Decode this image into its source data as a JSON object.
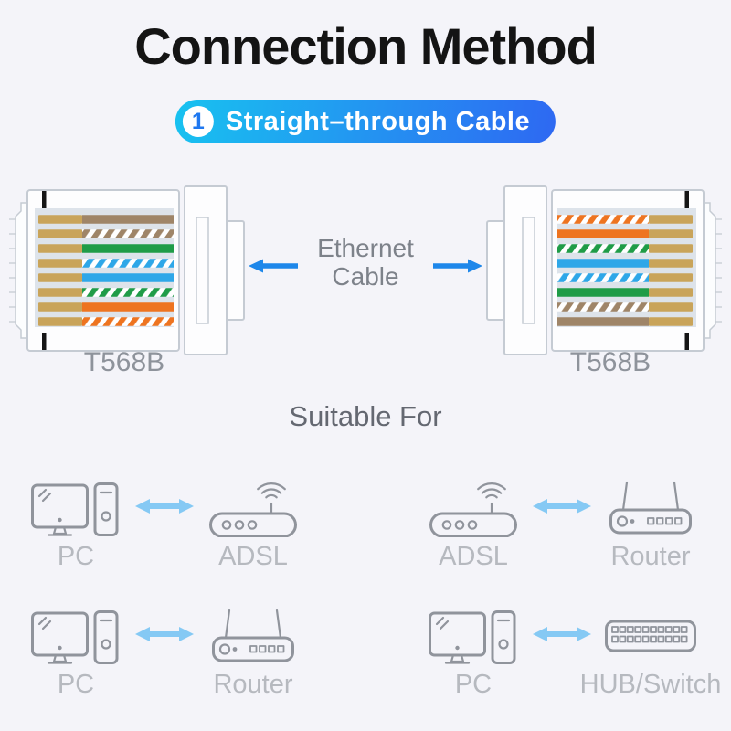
{
  "title": "Connection Method",
  "badge": {
    "number": "1",
    "label": "Straight–through Cable"
  },
  "diagram": {
    "left_connector_label": "T568B",
    "right_connector_label": "T568B",
    "center_label_line1": "Ethernet",
    "center_label_line2": "Cable",
    "wiring": {
      "standard": "T568B",
      "left_top_to_bottom": [
        "brown",
        "white_brown",
        "green",
        "white_blue",
        "blue",
        "white_green",
        "orange",
        "white_orange"
      ],
      "right_top_to_bottom": [
        "white_orange",
        "orange",
        "white_green",
        "blue",
        "white_blue",
        "green",
        "white_brown",
        "brown"
      ],
      "wire_colors": {
        "orange": "#ee7420",
        "green": "#1f9c47",
        "blue": "#2ea7e8",
        "brown": "#9f8568",
        "contact": "#c9a45a",
        "stripe_base": "#ffffff"
      }
    }
  },
  "suitable_for": {
    "heading": "Suitable For",
    "pairs": [
      {
        "a": {
          "icon": "pc",
          "label": "PC"
        },
        "b": {
          "icon": "adsl",
          "label": "ADSL"
        }
      },
      {
        "a": {
          "icon": "adsl",
          "label": "ADSL"
        },
        "b": {
          "icon": "router",
          "label": "Router"
        }
      },
      {
        "a": {
          "icon": "pc",
          "label": "PC"
        },
        "b": {
          "icon": "router",
          "label": "Router"
        }
      },
      {
        "a": {
          "icon": "pc",
          "label": "PC"
        },
        "b": {
          "icon": "hub",
          "label": "HUB/Switch"
        }
      }
    ]
  },
  "colors": {
    "background": "#f4f4f9",
    "title_text": "#141414",
    "badge_grad_start": "#18c2f0",
    "badge_grad_end": "#2e68f2",
    "badge_number": "#1f78f0",
    "connector_outline": "#c5cbd3",
    "panel_fill": "#dde3ea",
    "t568b_text": "#8e939b",
    "ethernet_text": "#7d828a",
    "heading_text": "#646871",
    "device_label": "#b6b9bf",
    "icon_stroke": "#90949c",
    "arrow_dark": "#1d87ea",
    "arrow_light": "#85c9f4"
  }
}
